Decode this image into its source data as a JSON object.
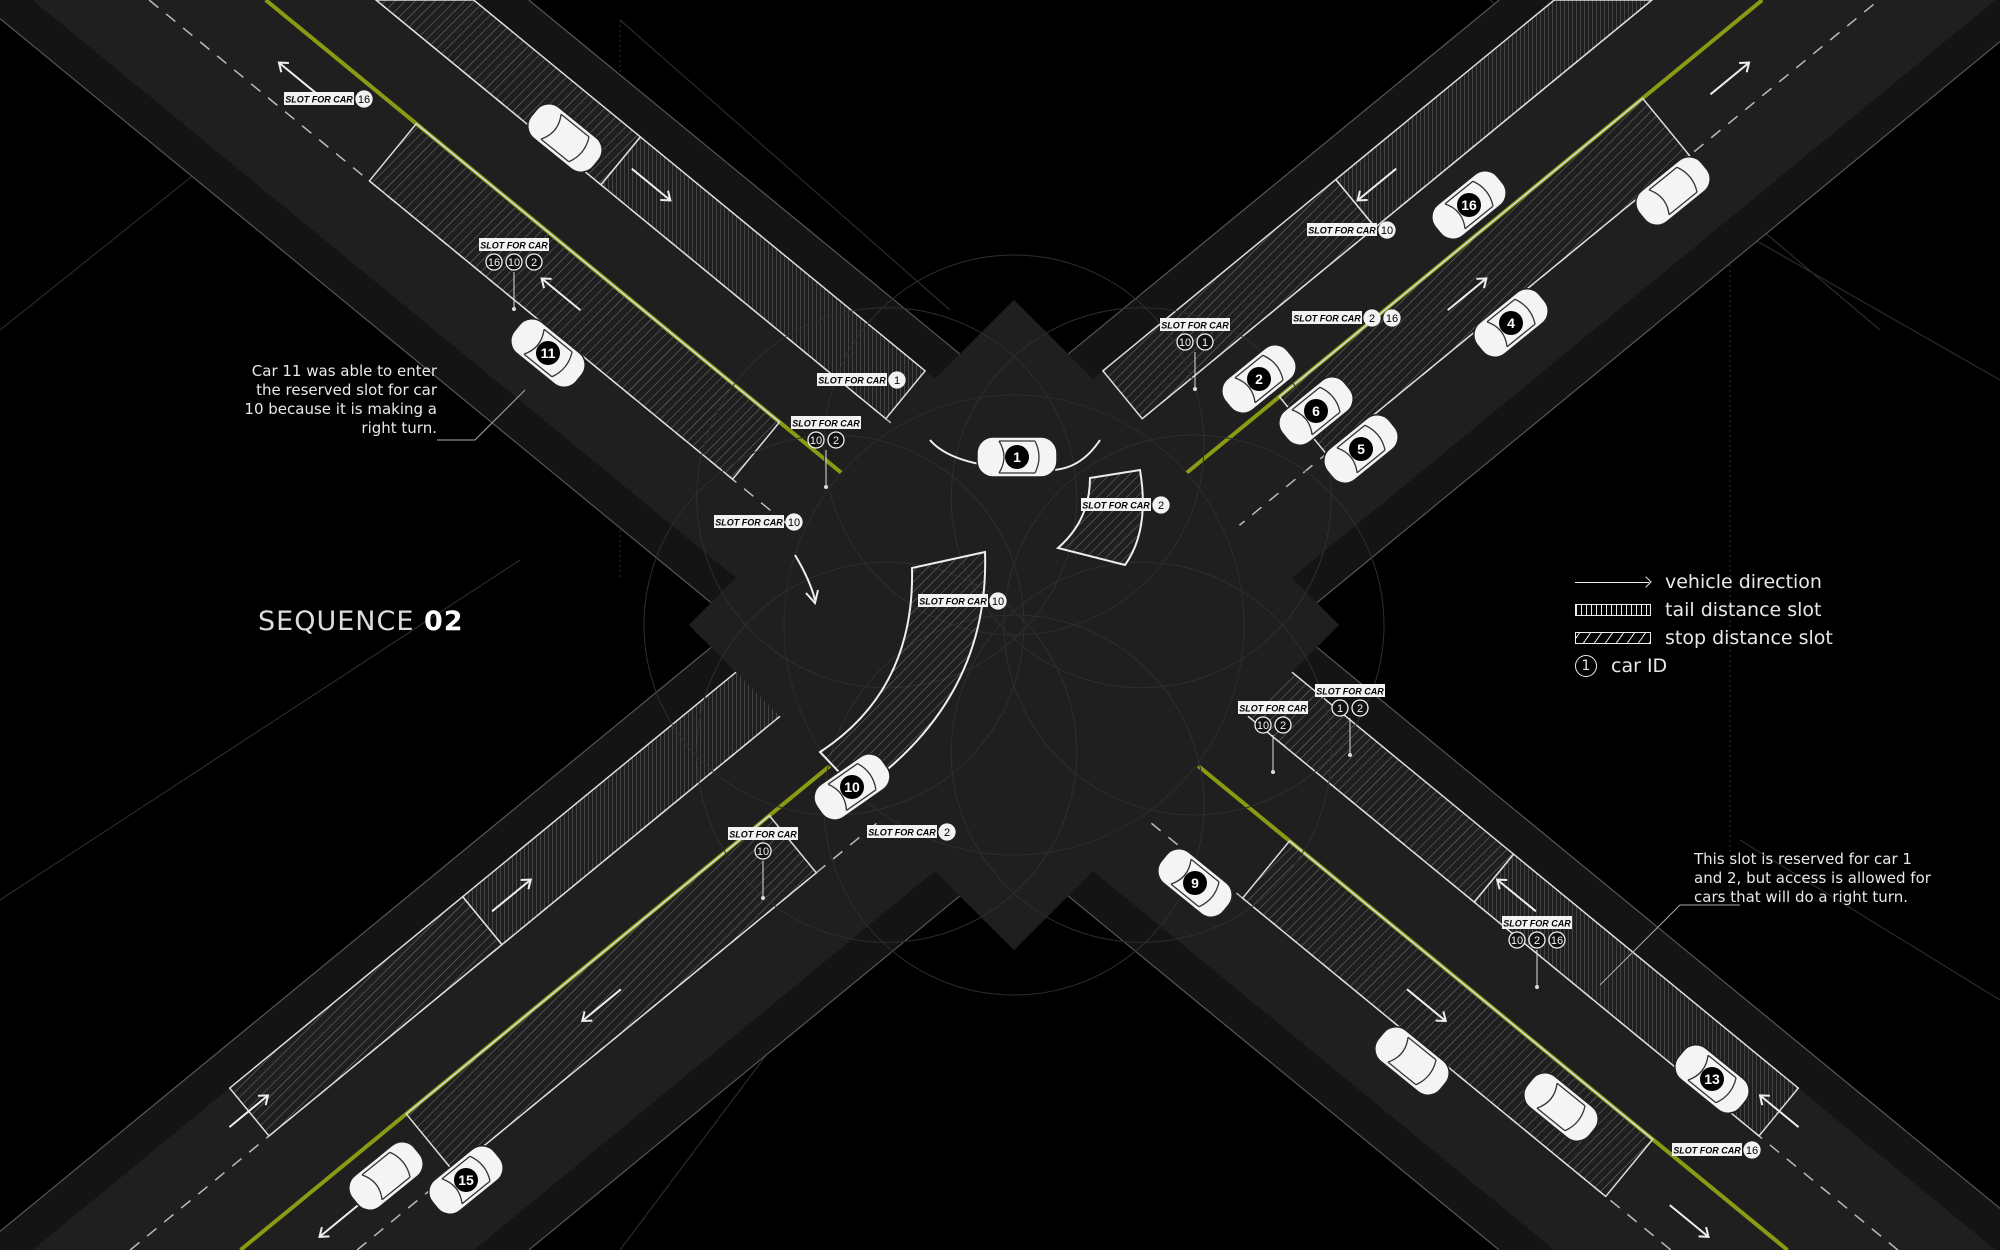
{
  "title": {
    "prefix": "SEQUENCE",
    "number": "02"
  },
  "notes": {
    "car11": "Car 11 was able to enter the reserved slot for car 10 because it is making a right turn.",
    "slot_right_turn": "This slot is reserved for car 1 and 2, but access is allowed for cars that will do a right turn."
  },
  "legend": {
    "direction": "vehicle direction",
    "tail": "tail distance slot",
    "stop": "stop distance slot",
    "car_id_sample": "1",
    "car_id": "car ID"
  },
  "slot_tag_label": "SLOT FOR CAR",
  "slot_tags": [
    {
      "ids": [
        "16"
      ]
    },
    {
      "ids": [
        "16",
        "10",
        "2"
      ]
    },
    {
      "ids": [
        "1"
      ]
    },
    {
      "ids": [
        "10",
        "2"
      ]
    },
    {
      "ids": [
        "10"
      ]
    },
    {
      "ids": [
        "10"
      ]
    },
    {
      "ids": [
        "2"
      ]
    },
    {
      "ids": [
        "10",
        "1"
      ]
    },
    {
      "ids": [
        "10"
      ]
    },
    {
      "ids": [
        "2",
        "16"
      ]
    },
    {
      "ids": [
        "1",
        "2"
      ]
    },
    {
      "ids": [
        "10",
        "2"
      ]
    },
    {
      "ids": [
        "10"
      ]
    },
    {
      "ids": [
        "2"
      ]
    },
    {
      "ids": [
        "10",
        "2",
        "16"
      ]
    },
    {
      "ids": [
        "16"
      ]
    }
  ],
  "cars": [
    "",
    "11",
    "1",
    "16",
    "",
    "4",
    "2",
    "6",
    "5",
    "10",
    "9",
    "",
    "",
    "13",
    "",
    "15"
  ],
  "colors": {
    "road": "#1f1f1f",
    "center_line": "#8a9a12",
    "background": "#000000",
    "ink": "#eeeeee"
  }
}
